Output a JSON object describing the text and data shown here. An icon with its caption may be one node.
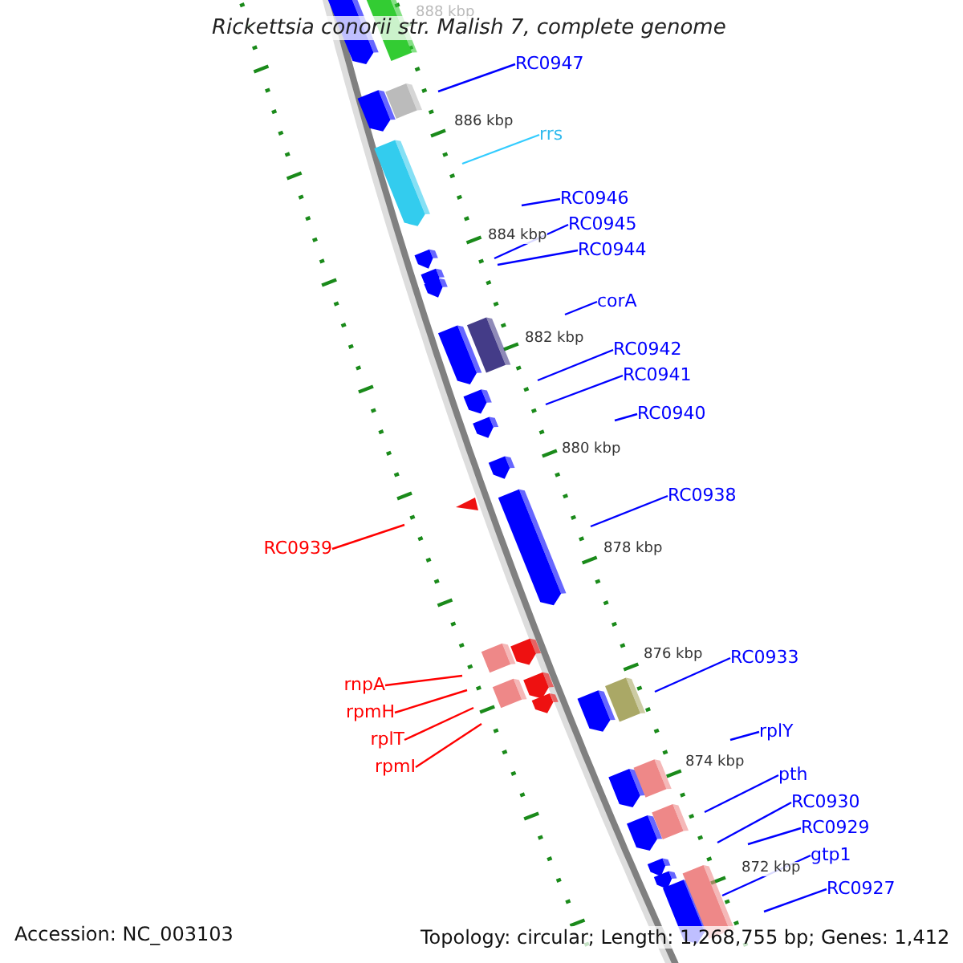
{
  "diagram": {
    "title": "Rickettsia conorii str. Malish 7, complete genome",
    "nodes": [
      {
        "text": [
          "RC0947"
        ]
      },
      {
        "text": [
          "rrs"
        ]
      },
      {
        "text": [
          "RC0946"
        ]
      },
      {
        "text": [
          "RC0945"
        ]
      },
      {
        "text": [
          "RC0944"
        ]
      },
      {
        "text": [
          "corA"
        ]
      },
      {
        "text": [
          "RC0942"
        ]
      },
      {
        "text": [
          "RC0941"
        ]
      },
      {
        "text": [
          "RC0940"
        ]
      },
      {
        "text": [
          "RC0938"
        ]
      },
      {
        "text": [
          "RC0939"
        ]
      },
      {
        "text": [
          "rnpA"
        ]
      },
      {
        "text": [
          "rpmH"
        ]
      },
      {
        "text": [
          "rplT"
        ]
      },
      {
        "text": [
          "rpmI"
        ]
      },
      {
        "text": [
          "RC0933"
        ]
      },
      {
        "text": [
          "rplY"
        ]
      },
      {
        "text": [
          "pth"
        ]
      },
      {
        "text": [
          "RC0930"
        ]
      },
      {
        "text": [
          "RC0929"
        ]
      },
      {
        "text": [
          "gtp1"
        ]
      },
      {
        "text": [
          "RC0927"
        ]
      }
    ],
    "edges": [
      {
        "from": 0,
        "to": null,
        "arrow": "none"
      },
      {
        "from": 1,
        "to": null,
        "arrow": "none",
        "color": "#33ccff"
      },
      {
        "from": 2,
        "to": null,
        "arrow": "none"
      },
      {
        "from": 3,
        "to": null,
        "arrow": "none"
      },
      {
        "from": 4,
        "to": null,
        "arrow": "none"
      },
      {
        "from": 5,
        "to": null,
        "arrow": "none"
      },
      {
        "from": 6,
        "to": null,
        "arrow": "none"
      },
      {
        "from": 7,
        "to": null,
        "arrow": "none"
      },
      {
        "from": 8,
        "to": null,
        "arrow": "none"
      },
      {
        "from": 9,
        "to": null,
        "arrow": "none"
      },
      {
        "from": 10,
        "to": null,
        "arrow": "none",
        "color": "#ff0000"
      },
      {
        "from": 11,
        "to": null,
        "arrow": "none",
        "color": "#ff0000"
      },
      {
        "from": 12,
        "to": null,
        "arrow": "none",
        "color": "#ff0000"
      },
      {
        "from": 13,
        "to": null,
        "arrow": "none",
        "color": "#ff0000"
      },
      {
        "from": 14,
        "to": null,
        "arrow": "none",
        "color": "#ff0000"
      },
      {
        "from": 15,
        "to": null,
        "arrow": "none"
      },
      {
        "from": 16,
        "to": null,
        "arrow": "none"
      },
      {
        "from": 17,
        "to": null,
        "arrow": "none"
      },
      {
        "from": 18,
        "to": null,
        "arrow": "none"
      },
      {
        "from": 19,
        "to": null,
        "arrow": "none"
      },
      {
        "from": 20,
        "to": null,
        "arrow": "none"
      },
      {
        "from": 21,
        "to": null,
        "arrow": "none"
      }
    ],
    "labels": [
      "888 kbp",
      "886 kbp",
      "884 kbp",
      "882 kbp",
      "880 kbp",
      "878 kbp",
      "876 kbp",
      "874 kbp",
      "872 kbp",
      "Accession: NC_003103",
      "Topology: circular; Length: 1,268,755 bp; Genes: 1,412"
    ]
  }
}
